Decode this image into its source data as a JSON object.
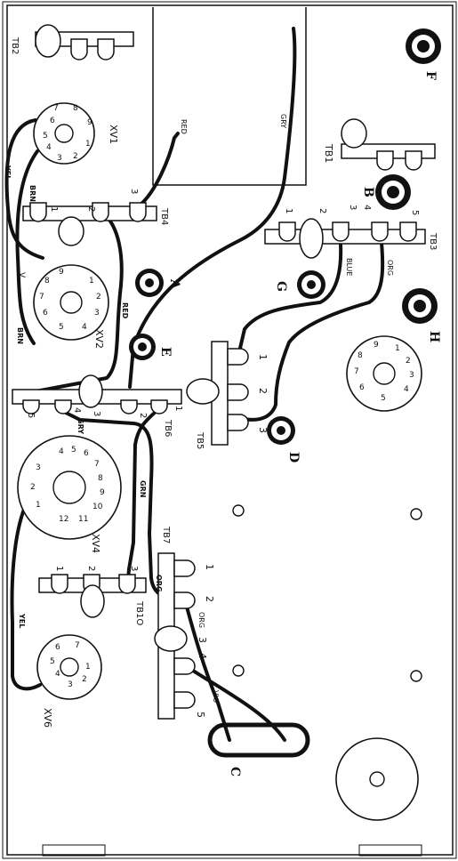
{
  "diagram": {
    "terminal_boards": {
      "tb1": "TB1",
      "tb2": "TB2",
      "tb3": "TB3",
      "tb4": "TB4",
      "tb5": "TB5",
      "tb6": "TB6",
      "tb7": "TB7",
      "tb10": "TB1O"
    },
    "tubes": {
      "xv1": "XV1",
      "xv2": "XV2",
      "xv4": "XV4",
      "xv6": "XV6"
    },
    "jacks": {
      "a": "A",
      "b": "B",
      "c": "C",
      "d": "D",
      "e": "E",
      "f": "F",
      "g": "G",
      "h": "H"
    },
    "wire_colors": {
      "red_top": "RED",
      "gry": "GRY",
      "yel1": "YEL",
      "brn1": "BRN",
      "v": "V",
      "red_xv2": "RED",
      "brn2": "BRN",
      "blue": "BLUE",
      "org_tb3": "ORG",
      "gry_tb6": "GRY",
      "grn": "GRN",
      "org_tb7": "ORG",
      "org_lug2": "ORG",
      "yel_xv6": "YEL",
      "vio": "VIO"
    },
    "lug_numbers": {
      "tb4": [
        "1",
        "2",
        "3"
      ],
      "tb3": [
        "1",
        "2",
        "3",
        "4",
        "5"
      ],
      "tb5": [
        "1",
        "2",
        "3"
      ],
      "tb6": [
        "5",
        "4",
        "3",
        "2",
        "1"
      ],
      "tb7": [
        "1",
        "2",
        "3",
        "4",
        "5"
      ],
      "tb10": [
        "1",
        "2",
        "3"
      ]
    },
    "pin_numbers": {
      "xv1": [
        "7",
        "8",
        "9",
        "6",
        "5",
        "4",
        "3",
        "2",
        "1"
      ],
      "xv2": [
        "9",
        "8",
        "1",
        "7",
        "2",
        "6",
        "3",
        "5",
        "4"
      ],
      "xv4": [
        "4",
        "5",
        "6",
        "7",
        "3",
        "8",
        "2",
        "9",
        "1",
        "10",
        "12",
        "11"
      ],
      "xv6": [
        "6",
        "5",
        "4",
        "3",
        "2",
        "1",
        "7"
      ],
      "xv_right": [
        "9",
        "1",
        "8",
        "2",
        "7",
        "3",
        "6",
        "4",
        "5"
      ]
    }
  }
}
